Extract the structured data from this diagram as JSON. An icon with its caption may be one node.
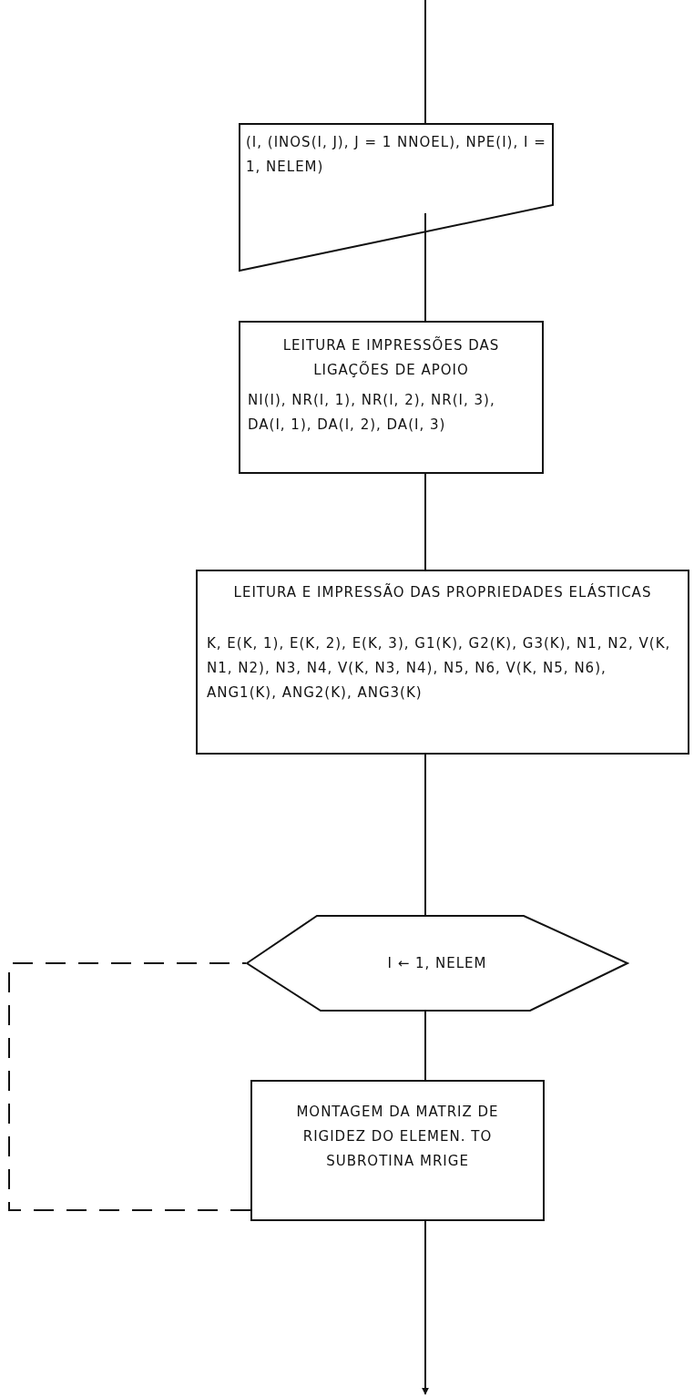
{
  "diagram": {
    "nodes": [
      {
        "text": [
          "(I, (INOS(I, J), J = 1 NNOEL), NPE(I), I = 1, NELEM)"
        ]
      },
      {
        "text": [
          "LEITURA E IMPRESSÕES DAS LIGAÇÕES DE APOIO",
          "NI(I), NR(I, 1), NR(I, 2), NR(I, 3), DA(I, 1), DA(I, 2), DA(I, 3)"
        ]
      },
      {
        "text": [
          "LEITURA E IMPRESSÃO DAS PROPRIEDADES ELÁSTICAS",
          "K, E(K, 1), E(K, 2), E(K, 3), G1(K), G2(K), G3(K), N1, N2, V(K, N1, N2), N3, N4, V(K, N3, N4), N5, N6, V(K, N5, N6), ANG1(K), ANG2(K), ANG3(K)"
        ]
      },
      {
        "text": [
          "I ← 1, NELEM"
        ]
      },
      {
        "text": [
          "MONTAGEM DA MATRIZ DE RIGIDEZ DO ELEMEN. TO SUBROTINA MRIGE"
        ]
      }
    ],
    "edges": [
      {
        "from": null,
        "to": 0,
        "arrow": "none"
      },
      {
        "from": 0,
        "to": 1,
        "arrow": "none"
      },
      {
        "from": 1,
        "to": 2,
        "arrow": "none"
      },
      {
        "from": 2,
        "to": 3,
        "arrow": "none"
      },
      {
        "from": 3,
        "to": 4,
        "arrow": "none"
      },
      {
        "from": 4,
        "to": null,
        "arrow": "to"
      },
      {
        "from": 4,
        "to": 3,
        "arrow": "none",
        "style": "dashed"
      }
    ]
  }
}
